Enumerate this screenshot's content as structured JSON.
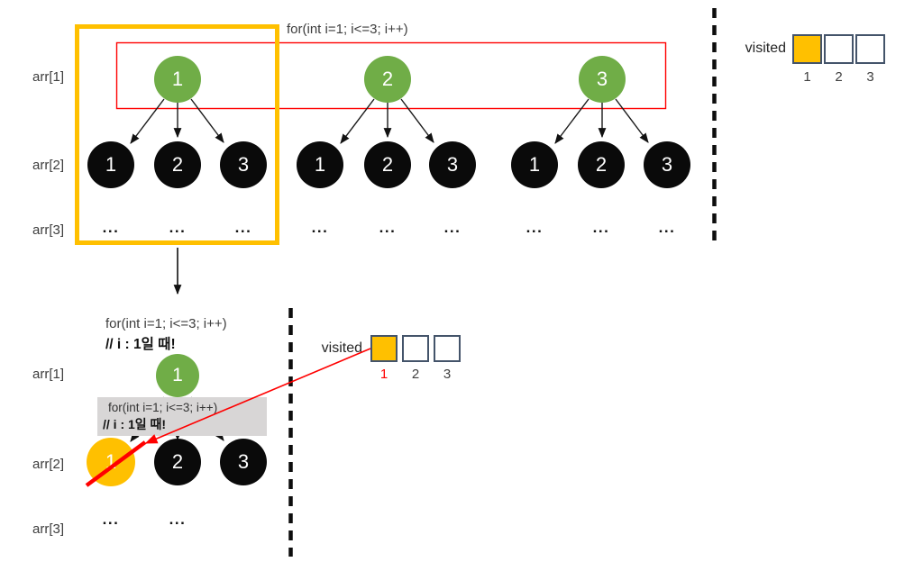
{
  "colors": {
    "highlight_yellow": "#FFC000",
    "node_green": "#70AD47",
    "node_black": "#0A0A0A",
    "accent_red": "#FF0000",
    "cell_border": "#44546A",
    "tooltip_gray": "#D8D6D6"
  },
  "top": {
    "loop_text": "for(int i=1; i<=3; i++)",
    "row_labels": [
      "arr[1]",
      "arr[2]",
      "arr[3]"
    ],
    "roots": [
      "1",
      "2",
      "3"
    ],
    "children": [
      "1",
      "2",
      "3",
      "1",
      "2",
      "3",
      "1",
      "2",
      "3"
    ],
    "ellipsis": "...",
    "visited": {
      "label": "visited",
      "indices": [
        "1",
        "2",
        "3"
      ]
    }
  },
  "bottom": {
    "loop_text": "for(int i=1; i<=3; i++)",
    "comment_text": "// i : 1일 때!",
    "row_labels": [
      "arr[1]",
      "arr[2]",
      "arr[3]"
    ],
    "root": "1",
    "children": [
      "1",
      "2",
      "3"
    ],
    "ellipsis": "...",
    "tooltip": {
      "line1": "for(int i=1; i<=3; i++)",
      "line2": "// i : 1일 때!"
    },
    "visited": {
      "label": "visited",
      "indices": [
        "1",
        "2",
        "3"
      ]
    }
  }
}
